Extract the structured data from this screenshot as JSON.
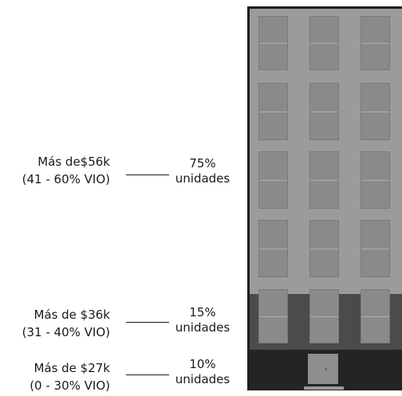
{
  "tiers": [
    {
      "label_line1": "Más de$56k",
      "label_line2": "(41 - 60% VIO)",
      "pct": "75%",
      "unit": "unidades"
    },
    {
      "label_line1": "Más de $36k",
      "label_line2": "(31 - 40% VIO)",
      "pct": "15%",
      "unit": "unidades"
    },
    {
      "label_line1": "Más de $27k",
      "label_line2": "(0 - 30% VIO)",
      "pct": "10%",
      "unit": "unidades"
    }
  ]
}
